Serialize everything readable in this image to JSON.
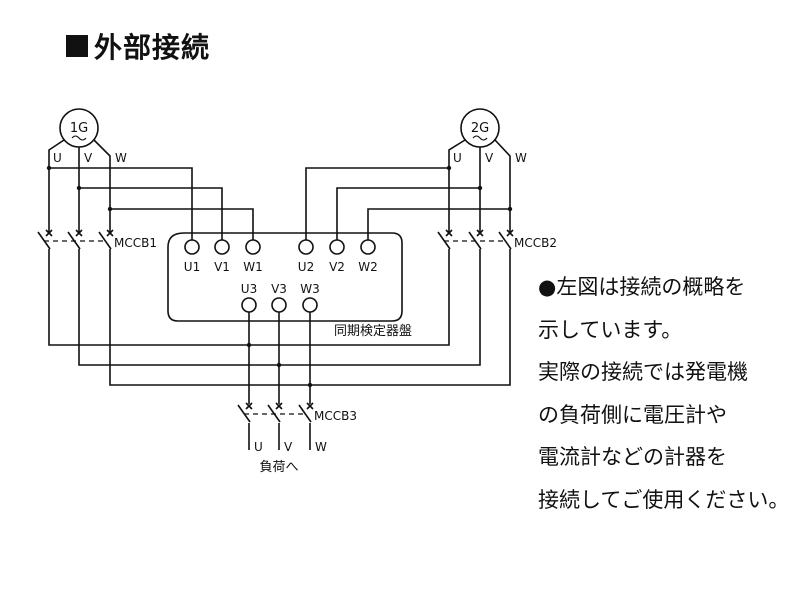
{
  "title": "外部接続",
  "generators": [
    {
      "id": "1G",
      "phases": [
        "U",
        "V",
        "W"
      ]
    },
    {
      "id": "2G",
      "phases": [
        "U",
        "V",
        "W"
      ]
    }
  ],
  "breakers": [
    "MCCB1",
    "MCCB2",
    "MCCB3"
  ],
  "panel": {
    "label": "同期検定器盤",
    "terminals_top": [
      "U1",
      "V1",
      "W1",
      "U2",
      "V2",
      "W2"
    ],
    "terminals_bottom": [
      "U3",
      "V3",
      "W3"
    ]
  },
  "load": {
    "phases": [
      "U",
      "V",
      "W"
    ],
    "label": "負荷へ"
  },
  "note": {
    "bullet": "●",
    "lines": [
      "●左図は接続の概略を",
      "示しています。",
      "実際の接続では発電機",
      "の負荷側に電圧計や",
      "電流計などの計器を",
      "接続してご使用ください。"
    ]
  }
}
